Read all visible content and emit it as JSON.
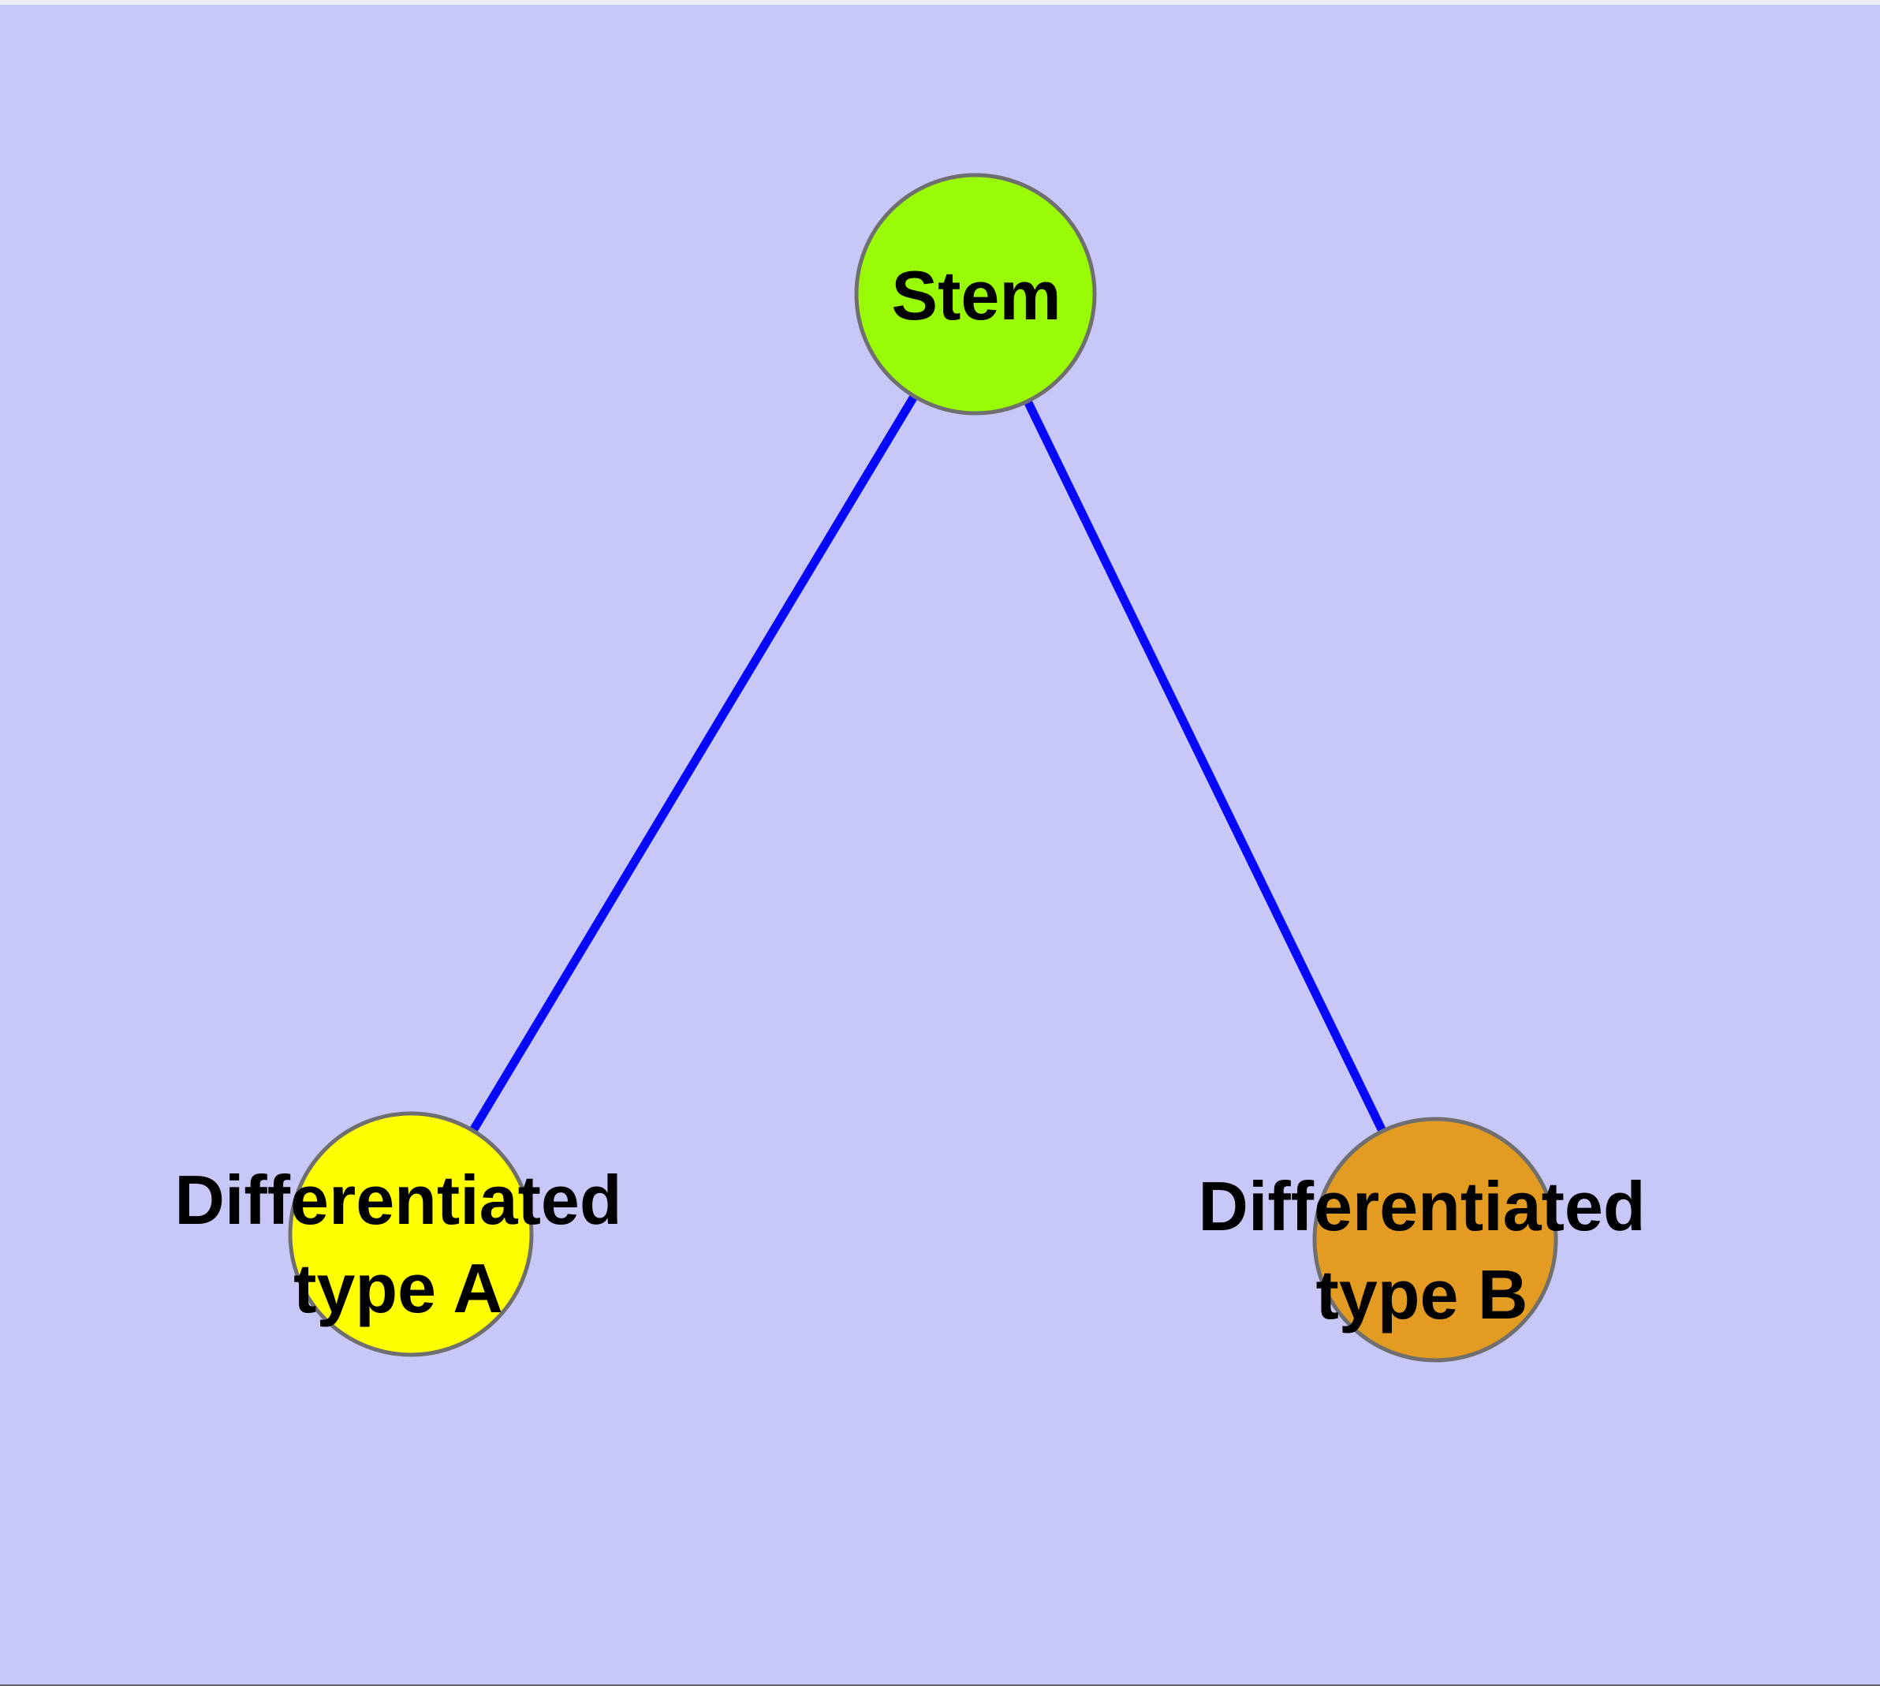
{
  "diagram": {
    "background_color": "#c8c8f8",
    "edge_color": "#0808f8",
    "node_border_color": "#6f6f6f",
    "label_color": "#000000",
    "nodes": [
      {
        "id": "stem",
        "label": "Stem",
        "label_lines": [
          "Stem"
        ],
        "fill": "#99fb05"
      },
      {
        "id": "differentiated-type-a",
        "label": "Differentiated type A",
        "label_lines": [
          "Differentiated",
          "type A"
        ],
        "fill": "#ffff00"
      },
      {
        "id": "differentiated-type-b",
        "label": "Differentiated type B",
        "label_lines": [
          "Differentiated",
          "type B"
        ],
        "fill": "#e39b21"
      }
    ],
    "edges": [
      {
        "from": "stem",
        "to": "differentiated-type-a"
      },
      {
        "from": "stem",
        "to": "differentiated-type-b"
      }
    ]
  }
}
